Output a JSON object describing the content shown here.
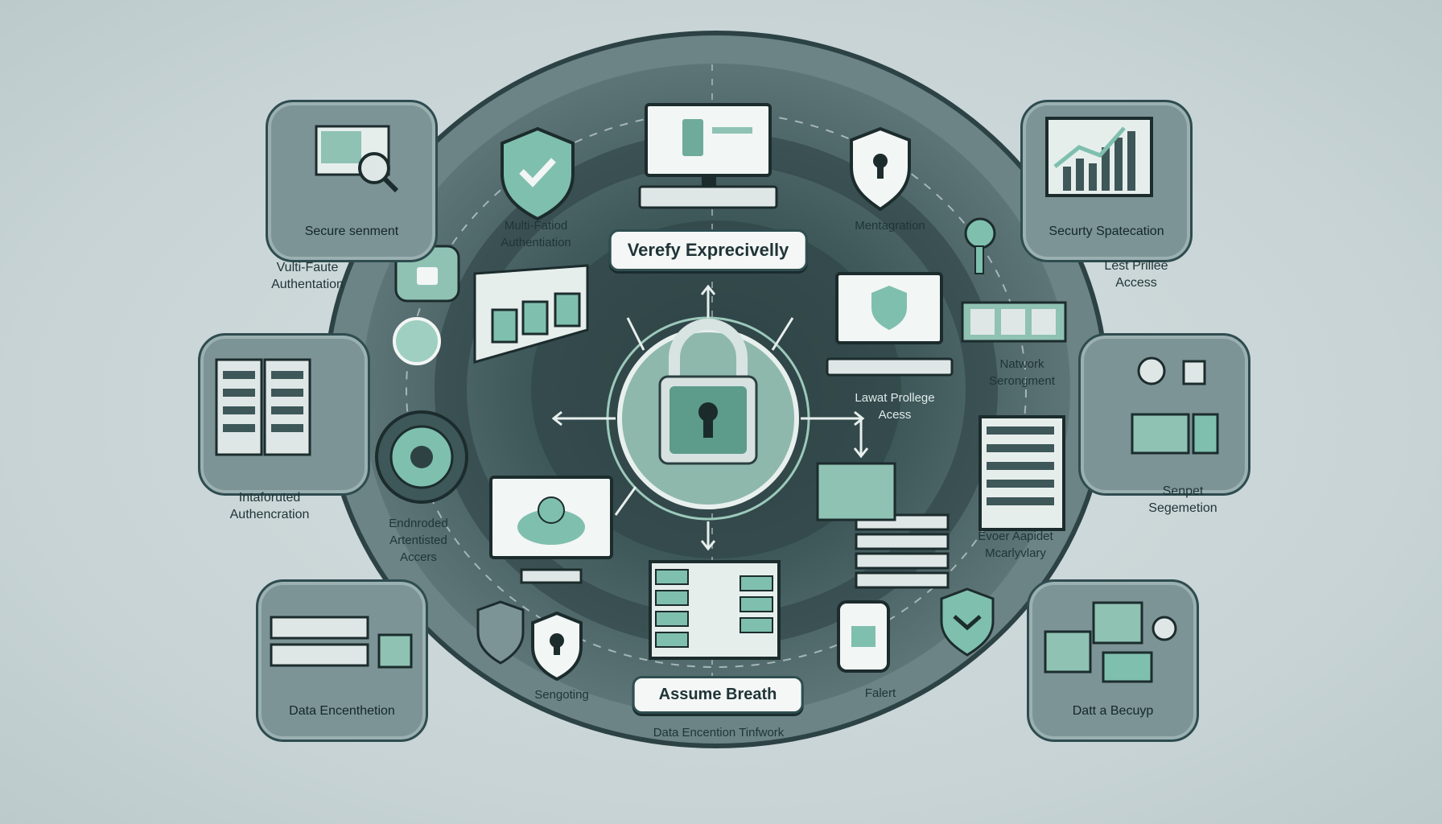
{
  "center_labels": {
    "top": "Verefy Exprecivelly",
    "bottom": "Assume Breath"
  },
  "side_cards": [
    {
      "id": "tl",
      "label": "Secure senment",
      "icon": "monitor-magnifier-icon"
    },
    {
      "id": "ml",
      "label": "",
      "icon": "server-rack-icon"
    },
    {
      "id": "bl",
      "label": "Data Encenthetion",
      "icon": "storage-lock-icon"
    },
    {
      "id": "tr",
      "label": "Securty Spatecation",
      "icon": "chart-monitor-icon"
    },
    {
      "id": "mr",
      "label": "",
      "icon": "network-lock-icon"
    },
    {
      "id": "br",
      "label": "Datt a Becuyp",
      "icon": "backup-drive-icon"
    }
  ],
  "outer_labels": [
    {
      "id": "o1",
      "lines": [
        "Vulti-Faute",
        "Authentation"
      ]
    },
    {
      "id": "o2",
      "lines": [
        "Intaforuted",
        "Authencration"
      ]
    },
    {
      "id": "o3",
      "lines": [
        "Lest Prillee",
        "Access"
      ]
    },
    {
      "id": "o4",
      "lines": [
        "Senpet",
        "Segemetion"
      ]
    }
  ],
  "inner_labels": [
    {
      "id": "i1",
      "lines": [
        "Multi-Fatiod",
        "Authentiation"
      ]
    },
    {
      "id": "i2",
      "lines": [
        "Mentagration"
      ]
    },
    {
      "id": "i3",
      "lines": [
        "Natwork",
        "Serongment"
      ]
    },
    {
      "id": "i4",
      "lines": [
        "Lawat Prollege",
        "Acess"
      ]
    },
    {
      "id": "i5",
      "lines": [
        "Endnroded",
        "Artentisted",
        "Accers"
      ]
    },
    {
      "id": "i6",
      "lines": [
        "Evoer Aapidet",
        "Mcarlyvlary"
      ]
    },
    {
      "id": "i7",
      "lines": [
        "Sengoting"
      ]
    },
    {
      "id": "i8",
      "lines": [
        "Falert"
      ]
    },
    {
      "id": "i9",
      "lines": [
        "Data Encention  Tinfwork"
      ]
    }
  ],
  "colors": {
    "accent": "#7fbfae",
    "ring_dark": "#3e5759",
    "ring_mid": "#5d7577",
    "panel": "#7c9496",
    "ink": "#1f3437"
  }
}
